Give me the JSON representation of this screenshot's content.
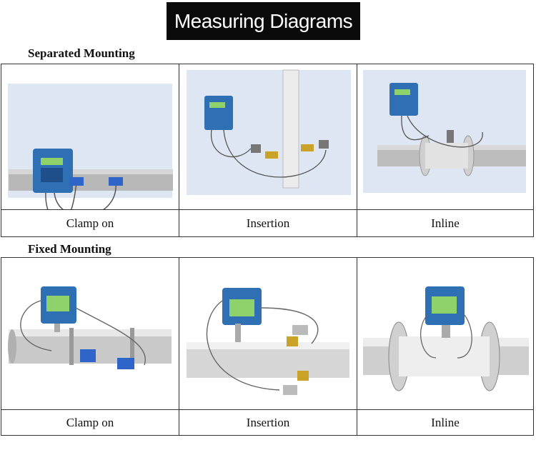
{
  "header": {
    "title": "Measuring Diagrams"
  },
  "sections": [
    {
      "label": "Separated Mounting",
      "items": [
        {
          "caption": "Clamp on",
          "icon": "clamp-on-separated-diagram"
        },
        {
          "caption": "Insertion",
          "icon": "insertion-separated-diagram"
        },
        {
          "caption": "Inline",
          "icon": "inline-separated-diagram"
        }
      ]
    },
    {
      "label": "Fixed Mounting",
      "items": [
        {
          "caption": "Clamp on",
          "icon": "clamp-on-fixed-diagram"
        },
        {
          "caption": "Insertion",
          "icon": "insertion-fixed-diagram"
        },
        {
          "caption": "Inline",
          "icon": "inline-fixed-diagram"
        }
      ]
    }
  ],
  "colors": {
    "meter_blue": "#2f6fb3",
    "display_green": "#8fd16a",
    "pipe_gray": "#b9b9b9",
    "sensor_blue": "#2f64c8",
    "brass": "#c9a227"
  }
}
